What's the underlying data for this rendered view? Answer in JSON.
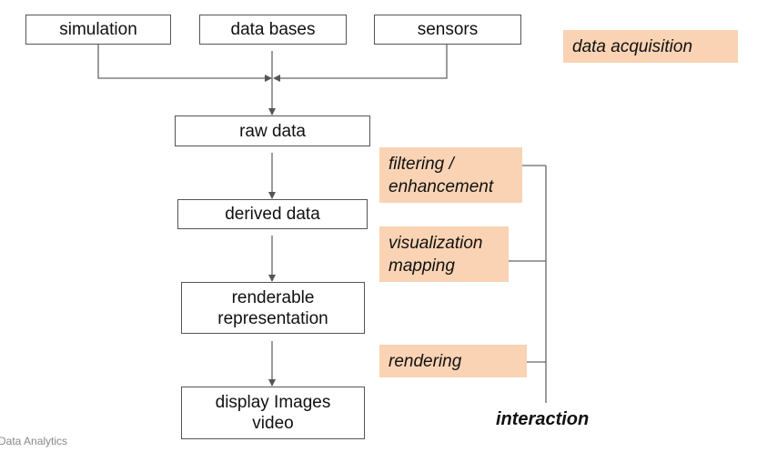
{
  "sources": [
    "simulation",
    "data bases",
    "sensors"
  ],
  "stages": {
    "raw": "raw data",
    "derived": "derived data",
    "renderable": [
      "renderable",
      "representation"
    ],
    "display": [
      "display Images",
      "video"
    ]
  },
  "steps": {
    "acquisition": "data acquisition",
    "filtering": [
      "filtering /",
      "enhancement"
    ],
    "mapping": [
      "visualization",
      "mapping"
    ],
    "rendering": "rendering"
  },
  "interaction": "interaction",
  "footer": "Data Analytics",
  "colors": {
    "step_bg": "#f9d3b4",
    "line": "#666666"
  }
}
